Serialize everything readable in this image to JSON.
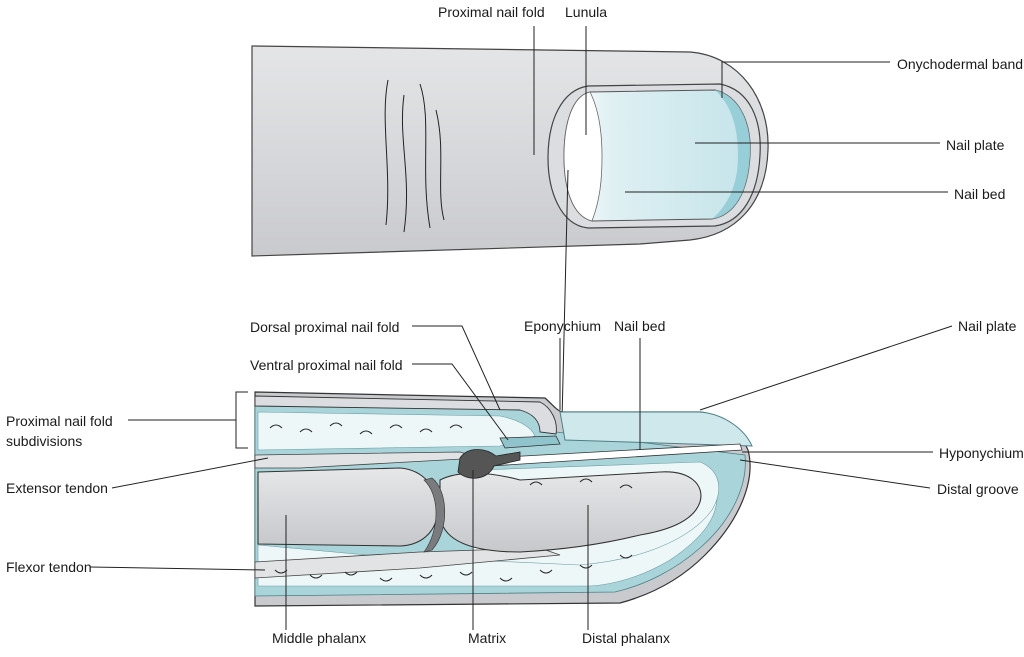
{
  "labels": {
    "proximal_nail_fold": "Proximal nail fold",
    "lunula": "Lunula",
    "onychodermal_band": "Onychodermal band",
    "nail_plate_top": "Nail plate",
    "nail_bed_top": "Nail bed",
    "dorsal_proximal_nail_fold": "Dorsal proximal nail fold",
    "ventral_proximal_nail_fold": "Ventral proximal nail fold",
    "eponychium": "Eponychium",
    "nail_bed_section": "Nail bed",
    "nail_plate_section": "Nail plate",
    "proximal_nail_fold_subdivisions_1": "Proximal nail fold",
    "proximal_nail_fold_subdivisions_2": "subdivisions",
    "hyponychium": "Hyponychium",
    "extensor_tendon": "Extensor tendon",
    "distal_groove": "Distal groove",
    "flexor_tendon": "Flexor tendon",
    "middle_phalanx": "Middle phalanx",
    "matrix": "Matrix",
    "distal_phalanx": "Distal phalanx"
  },
  "colors": {
    "skin": "#d9dadc",
    "skin_dark": "#c3c4c7",
    "nail": "#cfe8ec",
    "nail_edge": "#9fd2da",
    "teal_tissue": "#a9d4da",
    "fat": "#eef7f8",
    "bone": "#d4d5d8",
    "matrix": "#555555",
    "line": "#222222"
  }
}
